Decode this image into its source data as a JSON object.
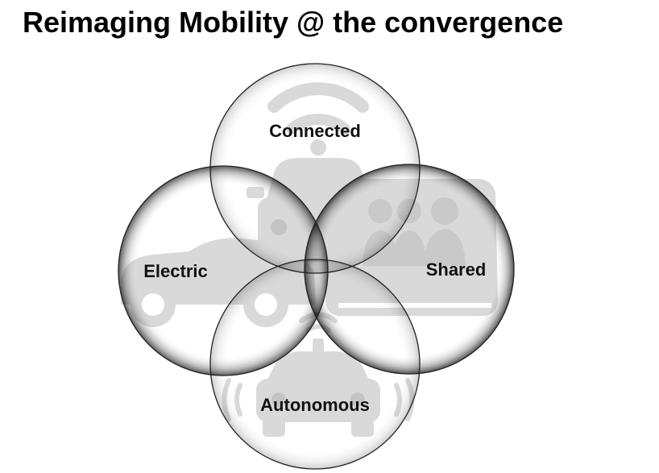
{
  "title": "Reimaging Mobility @ the convergence",
  "diagram": {
    "circles": [
      {
        "id": "connected",
        "label": "Connected"
      },
      {
        "id": "electric",
        "label": "Electric"
      },
      {
        "id": "shared",
        "label": "Shared"
      },
      {
        "id": "autonomous",
        "label": "Autonomous"
      }
    ],
    "colors": {
      "circle_stroke": "#222222",
      "icon_fill": "#d6d6d6",
      "edge_shade": "#1a1a1a"
    }
  }
}
